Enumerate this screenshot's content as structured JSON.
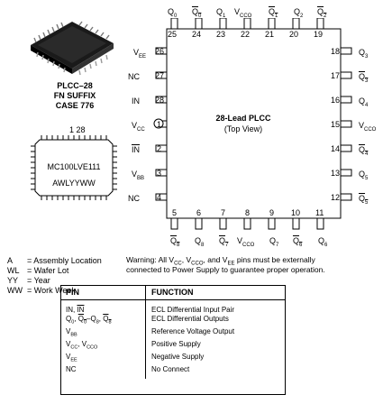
{
  "package": {
    "label_lines": [
      "PLCC–28",
      "FN SUFFIX",
      "CASE 776"
    ]
  },
  "marking": {
    "pin_number": "1",
    "pin_number2": "28",
    "line1": "MC100LVE111",
    "line2": "AWLYYWW"
  },
  "diagram": {
    "title": "28-Lead PLCC",
    "subtitle": "(Top View)",
    "top_pins": [
      {
        "num": "25",
        "name": "Q0",
        "sub": "0",
        "base": "Q",
        "bar": false
      },
      {
        "num": "24",
        "name": "Q0",
        "sub": "0",
        "base": "Q",
        "bar": true
      },
      {
        "num": "23",
        "name": "Q1",
        "sub": "1",
        "base": "Q",
        "bar": false
      },
      {
        "num": "22",
        "name": "VCCO",
        "sub": "CCO",
        "base": "V",
        "bar": false
      },
      {
        "num": "21",
        "name": "Q1",
        "sub": "1",
        "base": "Q",
        "bar": true
      },
      {
        "num": "20",
        "name": "Q2",
        "sub": "2",
        "base": "Q",
        "bar": false
      },
      {
        "num": "19",
        "name": "Q2",
        "sub": "2",
        "base": "Q",
        "bar": true
      }
    ],
    "right_pins": [
      {
        "num": "18",
        "base": "Q",
        "sub": "3",
        "bar": false
      },
      {
        "num": "17",
        "base": "Q",
        "sub": "3",
        "bar": true
      },
      {
        "num": "16",
        "base": "Q",
        "sub": "4",
        "bar": false
      },
      {
        "num": "15",
        "base": "V",
        "sub": "CCO",
        "bar": false
      },
      {
        "num": "14",
        "base": "Q",
        "sub": "4",
        "bar": true
      },
      {
        "num": "13",
        "base": "Q",
        "sub": "5",
        "bar": false
      },
      {
        "num": "12",
        "base": "Q",
        "sub": "5",
        "bar": true
      }
    ],
    "left_pins": [
      {
        "num": "26",
        "base": "V",
        "sub": "EE",
        "bar": false
      },
      {
        "num": "27",
        "base": "NC",
        "sub": "",
        "bar": false
      },
      {
        "num": "28",
        "base": "IN",
        "sub": "",
        "bar": false
      },
      {
        "num": "1",
        "base": "V",
        "sub": "CC",
        "bar": false
      },
      {
        "num": "2",
        "base": "IN",
        "sub": "",
        "bar": true
      },
      {
        "num": "3",
        "base": "V",
        "sub": "BB",
        "bar": false
      },
      {
        "num": "4",
        "base": "NC",
        "sub": "",
        "bar": false
      }
    ],
    "bottom_pins": [
      {
        "num": "5",
        "base": "Q",
        "sub": "8",
        "bar": true
      },
      {
        "num": "6",
        "base": "Q",
        "sub": "8",
        "bar": false
      },
      {
        "num": "7",
        "base": "Q",
        "sub": "7",
        "bar": true
      },
      {
        "num": "8",
        "base": "V",
        "sub": "CCO",
        "bar": false
      },
      {
        "num": "9",
        "base": "Q",
        "sub": "7",
        "bar": false
      },
      {
        "num": "10",
        "base": "Q",
        "sub": "6",
        "bar": true
      },
      {
        "num": "11",
        "base": "Q",
        "sub": "6",
        "bar": false
      }
    ]
  },
  "legend": [
    {
      "code": "A",
      "desc": "= Assembly Location"
    },
    {
      "code": "WL",
      "desc": "= Wafer Lot"
    },
    {
      "code": "YY",
      "desc": "= Year"
    },
    {
      "code": "WW",
      "desc": "= Work Week"
    }
  ],
  "warning": {
    "line1": "Warning: All V",
    "line1_sub1": "CC",
    "line1_mid": ", V",
    "line1_sub2": "CCO",
    "line1_mid2": ", and V",
    "line1_sub3": "EE",
    "line1_end": " pins must be externally",
    "line2": "connected to Power Supply to guarantee proper operation."
  },
  "function_table": {
    "header_pin": "PIN",
    "header_function": "FUNCTION",
    "rows": [
      {
        "pin": "IN, IN",
        "function": "ECL Differential Input Pair"
      },
      {
        "pin": "Q0, Q0–Q8, Q8",
        "function": "ECL Differential Outputs"
      },
      {
        "pin": "VBB",
        "function": "Reference Voltage Output"
      },
      {
        "pin": "VCC, VCCO",
        "function": "Positive Supply"
      },
      {
        "pin": "VEE",
        "function": "Negative Supply"
      },
      {
        "pin": "NC",
        "function": "No Connect"
      }
    ]
  }
}
